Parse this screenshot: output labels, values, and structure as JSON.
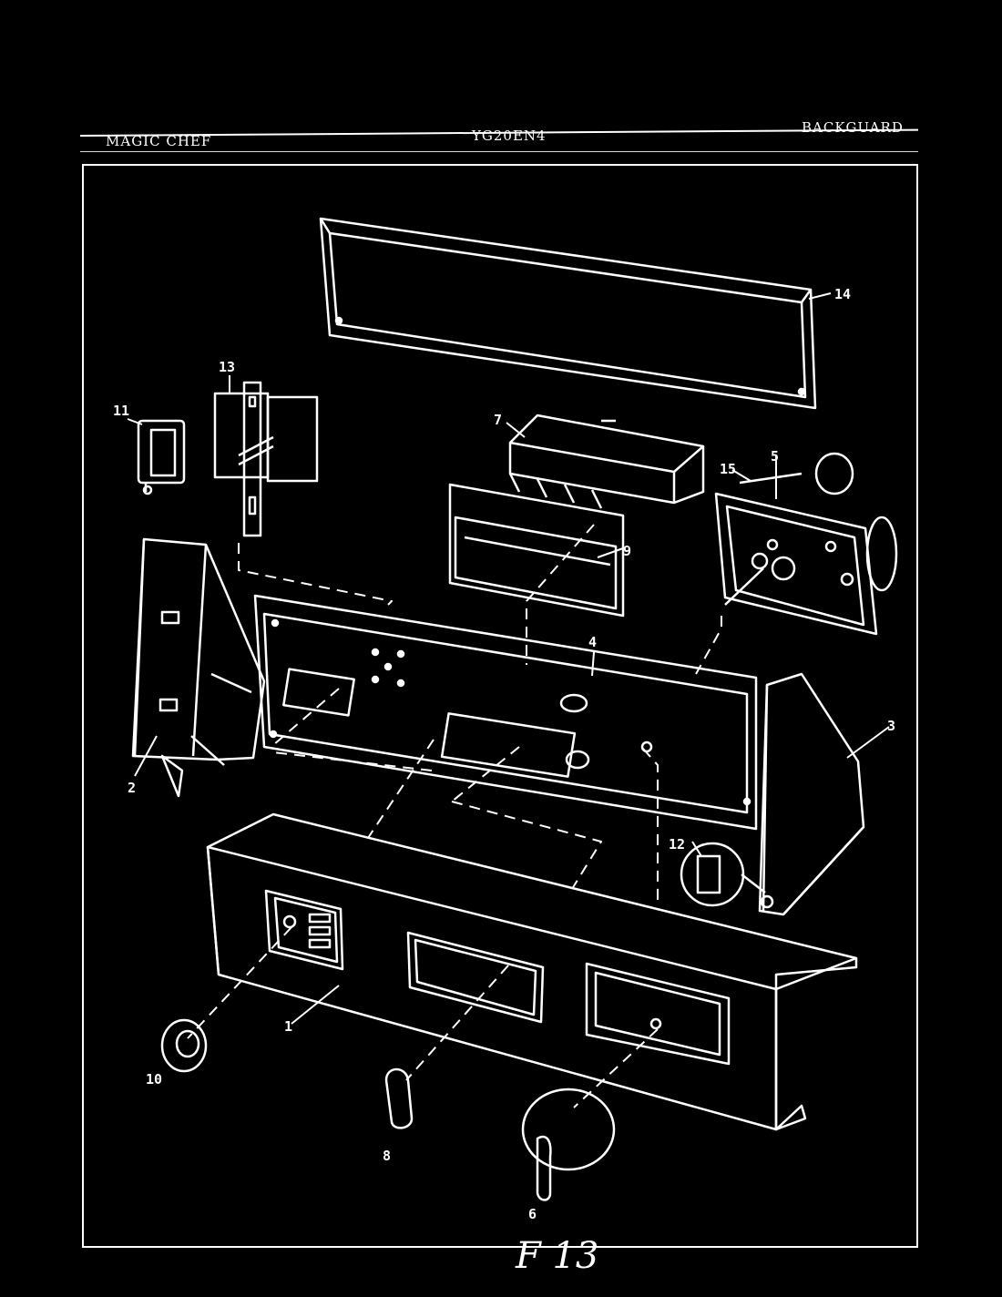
{
  "header": {
    "brand": "MAGIC CHEF",
    "model": "YG20EN4",
    "section": "BACKGUARD"
  },
  "parts": [
    {
      "id": "part-1",
      "label": "1"
    },
    {
      "id": "part-2",
      "label": "2"
    },
    {
      "id": "part-3",
      "label": "3"
    },
    {
      "id": "part-4",
      "label": "4"
    },
    {
      "id": "part-5",
      "label": "5"
    },
    {
      "id": "part-6",
      "label": "6"
    },
    {
      "id": "part-7",
      "label": "7"
    },
    {
      "id": "part-8",
      "label": "8"
    },
    {
      "id": "part-9",
      "label": "9"
    },
    {
      "id": "part-10",
      "label": "10"
    },
    {
      "id": "part-11",
      "label": "11"
    },
    {
      "id": "part-12",
      "label": "12"
    },
    {
      "id": "part-13",
      "label": "13"
    },
    {
      "id": "part-14",
      "label": "14"
    },
    {
      "id": "part-15",
      "label": "15"
    }
  ],
  "footer": {
    "handwritten_note": "F 13"
  }
}
